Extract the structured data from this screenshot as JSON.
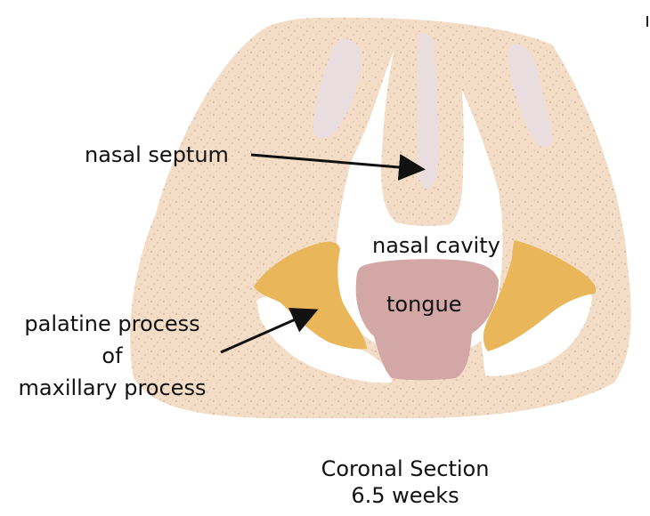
{
  "labels": {
    "nasal_septum": "nasal septum",
    "nasal_cavity": "nasal cavity",
    "tongue": "tongue",
    "palatine_line1": "palatine process",
    "palatine_line2": "of",
    "palatine_line3": "maxillary process"
  },
  "caption": {
    "line1": "Coronal Section",
    "line2": "6.5 weeks"
  },
  "colors": {
    "mesenchyme": "#f4ddc6",
    "cavity": "#ffffff",
    "septum_cartilage": "#eadde0",
    "tongue": "#d4a7a7",
    "palatine_process": "#e9b75a",
    "arrow": "#111111"
  }
}
